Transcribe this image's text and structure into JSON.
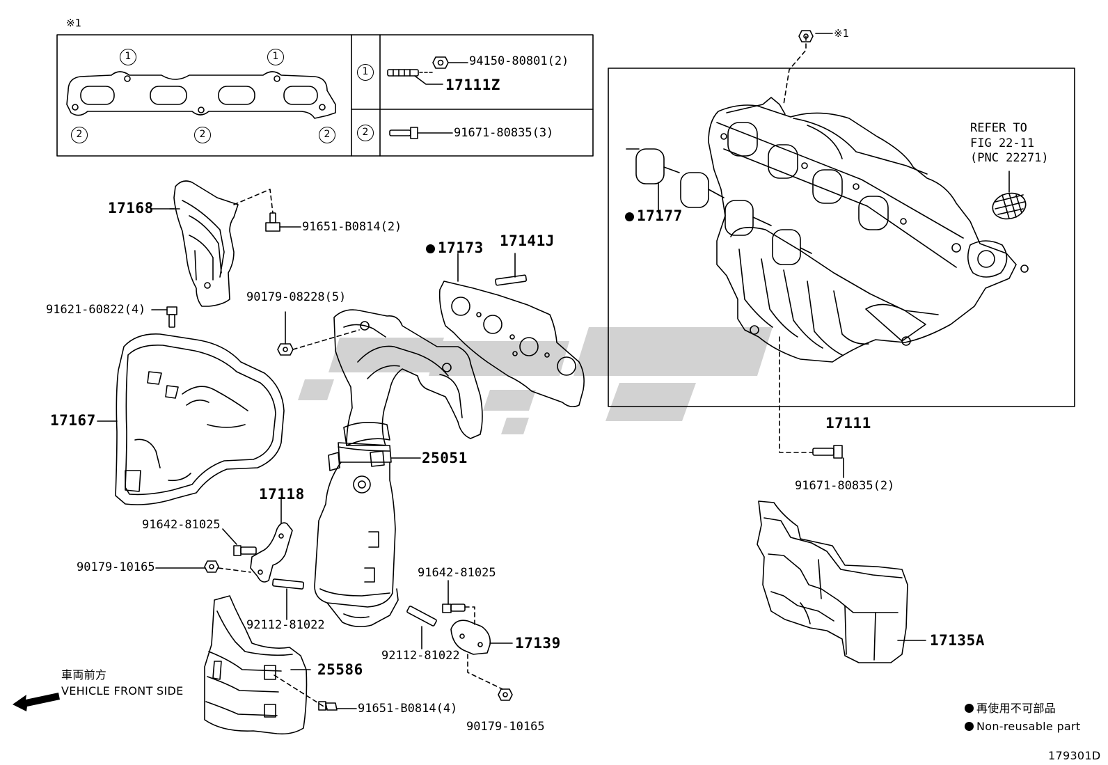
{
  "inset": {
    "note_mark": "※1",
    "row1": {
      "circle": "1",
      "nut_part": "94150-80801(2)",
      "stud_part": "17111Z"
    },
    "row2": {
      "circle": "2",
      "bolt_part": "91671-80835(3)"
    },
    "gasket_circle_1": "1",
    "gasket_circle_2": "2"
  },
  "parts": {
    "p17168": "17168",
    "p91651_top": "91651-B0814(2)",
    "p17173": "17173",
    "p17141j": "17141J",
    "p91621": "91621-60822(4)",
    "p90179_08228": "90179-08228(5)",
    "p17167": "17167",
    "p25051": "25051",
    "p17118": "17118",
    "p91642_left": "91642-81025",
    "p90179_10165_left": "90179-10165",
    "p92112_left": "92112-81022",
    "p91642_right": "91642-81025",
    "p17139": "17139",
    "p92112_right": "92112-81022",
    "p25586": "25586",
    "p91651_bottom": "91651-B0814(4)",
    "p90179_10165_bottom": "90179-10165",
    "p17177": "17177",
    "p17111": "17111",
    "p91671_main": "91671-80835(2)",
    "p17135a": "17135A",
    "nut_note": "※1"
  },
  "refer": {
    "line1": "REFER TO",
    "line2": "FIG 22-11",
    "line3": "(PNC 22271)"
  },
  "direction": {
    "jp": "車両前方",
    "en": "VEHICLE FRONT SIDE"
  },
  "legend": {
    "jp": "再使用不可部品",
    "en": "Non-reusable part"
  },
  "diagram_id": "179301D"
}
